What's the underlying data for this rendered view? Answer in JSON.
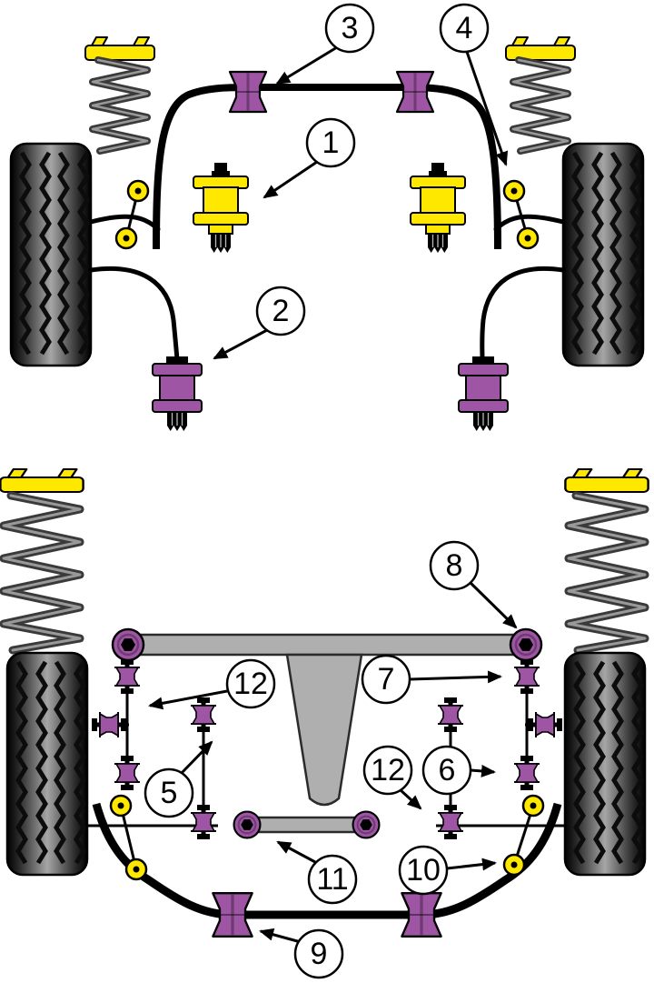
{
  "diagram": {
    "description": "Car suspension bush fitment diagram with front axle view (top) and rear axle view (bottom)",
    "views": [
      {
        "name": "front-suspension-view"
      },
      {
        "name": "rear-suspension-view"
      }
    ],
    "callouts": [
      {
        "label": "3"
      },
      {
        "label": "4"
      },
      {
        "label": "1"
      },
      {
        "label": "2"
      },
      {
        "label": "8"
      },
      {
        "label": "12"
      },
      {
        "label": "7"
      },
      {
        "label": "5"
      },
      {
        "label": "12"
      },
      {
        "label": "6"
      },
      {
        "label": "11"
      },
      {
        "label": "10"
      },
      {
        "label": "9"
      }
    ],
    "colors": {
      "bush_purple": "#9D55A4",
      "bush_purple_dark": "#6E3B72",
      "part_yellow": "#FFE800",
      "metal_gray": "#AFAFAF",
      "outline": "#000000",
      "background": "#FFFFFF"
    }
  }
}
